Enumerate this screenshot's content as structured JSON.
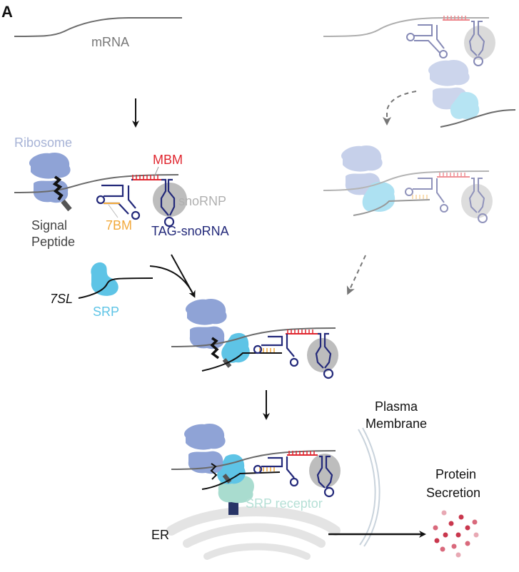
{
  "panel_label": "A",
  "labels": {
    "mrna": "mRNA",
    "ribosome": "Ribosome",
    "mbm": "MBM",
    "snornp": "snoRNP",
    "signal_line1": "Signal",
    "signal_line2": "Peptide",
    "seven_bm": "7BM",
    "tag_snorna": "TAG-snoRNA",
    "seven_sl": "7SL",
    "srp": "SRP",
    "plasma_line1": "Plasma",
    "plasma_line2": "Membrane",
    "protein_line1": "Protein",
    "protein_line2": "Secretion",
    "srp_receptor": "SRP receptor",
    "er": "ER"
  },
  "colors": {
    "mrna": "#6b6b6b",
    "ribosome": "#8fa3d6",
    "ribosome_light": "#c3cde6",
    "mbm": "#e0262f",
    "seven_bm": "#f2a93b",
    "tag_snorna": "#23297a",
    "snornp": "#b5b5b5",
    "srp": "#5ec4e6",
    "srp_light": "#b6e4f1",
    "srp_receptor": "#a9dccf",
    "er": "#e4e4e4",
    "membrane": "#c9d3dc",
    "secretion": "#c9374d"
  }
}
